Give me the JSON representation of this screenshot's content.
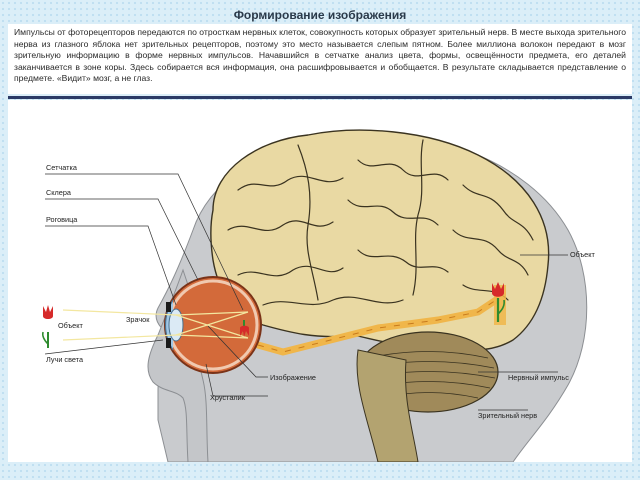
{
  "page": {
    "title": "Формирование изображения",
    "description": "Импульсы от фоторецепторов передаются по отросткам нервных клеток, совокупность которых образует зрительный нерв. В месте выхода зрительного нерва из глазного яблока нет зрительных рецепторов, поэтому это место называется слепым пятном. Более миллиона волокон передают в мозг зрительную информацию в форме нервных импульсов. Начавшийся в сетчатке анализ цвета, формы, освещённости предмета, его деталей заканчивается в зоне коры. Здесь собирается вся информация, она расшифровывается и обобщается. В результате складывается представление о предмете. «Видит» мозг, а не глаз."
  },
  "labels": {
    "retina": "Сетчатка",
    "sclera": "Склера",
    "cornea": "Роговица",
    "pupil": "Зрачок",
    "object_left": "Объект",
    "light_rays": "Лучи света",
    "image": "Изображение",
    "lens": "Хрусталик",
    "object_right": "Объект",
    "nerve_impulse": "Нервный импульс",
    "optic_nerve": "Зрительный нерв"
  },
  "colors": {
    "brain": "#e9d9a3",
    "brain_outline": "#3a3320",
    "head": "#c9cbce",
    "eye": "#d36a3a",
    "nerve": "#f0b64a",
    "cerebellum": "#a08a5a",
    "tulip": "#d62a2a",
    "header_bar": "#2b3a66"
  }
}
